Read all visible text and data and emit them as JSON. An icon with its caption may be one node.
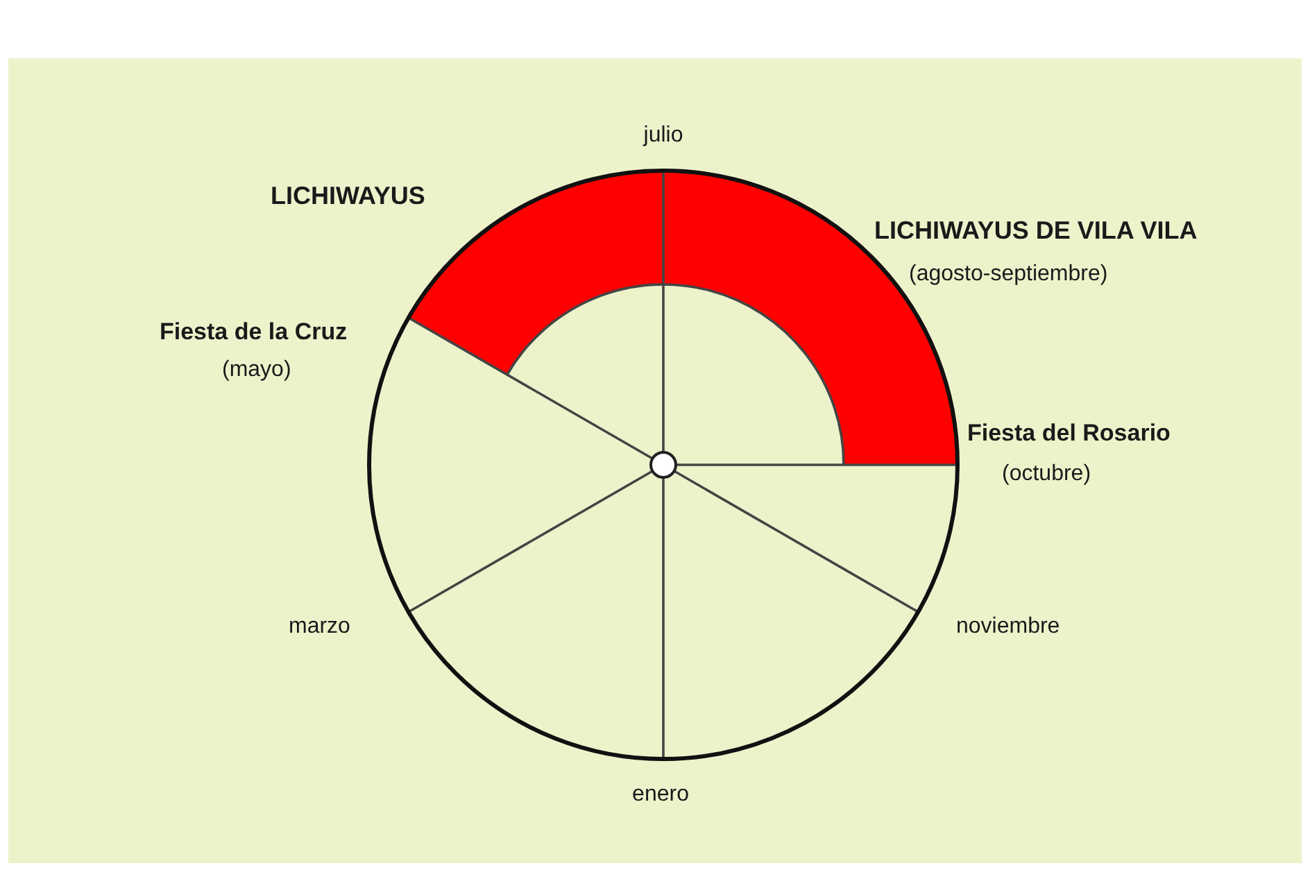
{
  "diagram": {
    "labels": [
      "julio",
      "LICHIWAYUS",
      "LICHIWAYUS DE VILA VILA",
      "(agosto-septiembre)",
      "Fiesta de la Cruz",
      "(mayo)",
      "Fiesta del Rosario",
      "(octubre)",
      "marzo",
      "noviembre",
      "enero"
    ]
  }
}
